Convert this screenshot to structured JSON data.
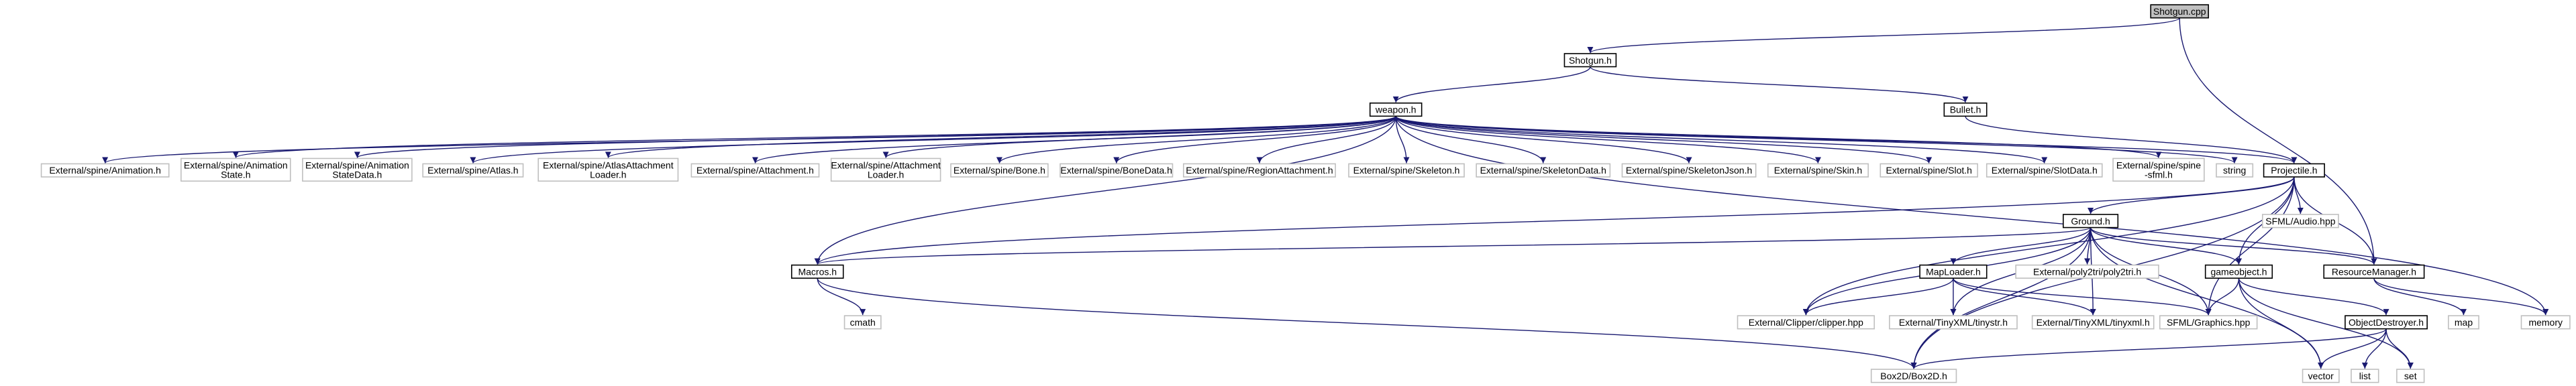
{
  "diagram": {
    "nodes": [
      {
        "id": "shotgun_cpp",
        "label": "Shotgun.cpp",
        "kind": "root"
      },
      {
        "id": "shotgun_h",
        "label": "Shotgun.h",
        "kind": "project"
      },
      {
        "id": "weapon_h",
        "label": "weapon.h",
        "kind": "project"
      },
      {
        "id": "bullet_h",
        "label": "Bullet.h",
        "kind": "project"
      },
      {
        "id": "animation_h",
        "label": "External/spine/Animation.h",
        "kind": "external"
      },
      {
        "id": "animstate_h",
        "label": "External/spine/Animation\nState.h",
        "kind": "external"
      },
      {
        "id": "animstatedata_h",
        "label": "External/spine/Animation\nStateData.h",
        "kind": "external"
      },
      {
        "id": "atlas_h",
        "label": "External/spine/Atlas.h",
        "kind": "external"
      },
      {
        "id": "atlasloader_h",
        "label": "External/spine/AtlasAttachment\nLoader.h",
        "kind": "external"
      },
      {
        "id": "attachment_h",
        "label": "External/spine/Attachment.h",
        "kind": "external"
      },
      {
        "id": "attachloader_h",
        "label": "External/spine/Attachment\nLoader.h",
        "kind": "external"
      },
      {
        "id": "bone_h",
        "label": "External/spine/Bone.h",
        "kind": "external"
      },
      {
        "id": "bonedata_h",
        "label": "External/spine/BoneData.h",
        "kind": "external"
      },
      {
        "id": "regionattach_h",
        "label": "External/spine/RegionAttachment.h",
        "kind": "external"
      },
      {
        "id": "skeleton_h",
        "label": "External/spine/Skeleton.h",
        "kind": "external"
      },
      {
        "id": "skeletondata_h",
        "label": "External/spine/SkeletonData.h",
        "kind": "external"
      },
      {
        "id": "skeletonjson_h",
        "label": "External/spine/SkeletonJson.h",
        "kind": "external"
      },
      {
        "id": "skin_h",
        "label": "External/spine/Skin.h",
        "kind": "external"
      },
      {
        "id": "slot_h",
        "label": "External/spine/Slot.h",
        "kind": "external"
      },
      {
        "id": "slotdata_h",
        "label": "External/spine/SlotData.h",
        "kind": "external"
      },
      {
        "id": "spinesfml_h",
        "label": "External/spine/spine\n-sfml.h",
        "kind": "external"
      },
      {
        "id": "string",
        "label": "string",
        "kind": "external"
      },
      {
        "id": "projectile_h",
        "label": "Projectile.h",
        "kind": "project"
      },
      {
        "id": "sfml_audio",
        "label": "SFML/Audio.hpp",
        "kind": "external"
      },
      {
        "id": "ground_h",
        "label": "Ground.h",
        "kind": "project"
      },
      {
        "id": "macros_h",
        "label": "Macros.h",
        "kind": "project"
      },
      {
        "id": "cmath",
        "label": "cmath",
        "kind": "external"
      },
      {
        "id": "maploader_h",
        "label": "MapLoader.h",
        "kind": "project"
      },
      {
        "id": "poly2tri_h",
        "label": "External/poly2tri/poly2tri.h",
        "kind": "external"
      },
      {
        "id": "gameobject_h",
        "label": "gameobject.h",
        "kind": "project"
      },
      {
        "id": "resourcemanager_h",
        "label": "ResourceManager.h",
        "kind": "project"
      },
      {
        "id": "memory",
        "label": "memory",
        "kind": "external"
      },
      {
        "id": "map",
        "label": "map",
        "kind": "external"
      },
      {
        "id": "clipper_hpp",
        "label": "External/Clipper/clipper.hpp",
        "kind": "external"
      },
      {
        "id": "tinystr_h",
        "label": "External/TinyXML/tinystr.h",
        "kind": "external"
      },
      {
        "id": "tinyxml_h",
        "label": "External/TinyXML/tinyxml.h",
        "kind": "external"
      },
      {
        "id": "sfml_graphics",
        "label": "SFML/Graphics.hpp",
        "kind": "external"
      },
      {
        "id": "objectdestroyer_h",
        "label": "ObjectDestroyer.h",
        "kind": "project"
      },
      {
        "id": "vector",
        "label": "vector",
        "kind": "external"
      },
      {
        "id": "list",
        "label": "list",
        "kind": "external"
      },
      {
        "id": "set",
        "label": "set",
        "kind": "external"
      },
      {
        "id": "box2d_h",
        "label": "Box2D/Box2D.h",
        "kind": "external"
      }
    ],
    "edges": [
      [
        "shotgun_cpp",
        "shotgun_h"
      ],
      [
        "shotgun_cpp",
        "resourcemanager_h"
      ],
      [
        "shotgun_h",
        "weapon_h"
      ],
      [
        "shotgun_h",
        "bullet_h"
      ],
      [
        "weapon_h",
        "animation_h"
      ],
      [
        "weapon_h",
        "animstate_h"
      ],
      [
        "weapon_h",
        "animstatedata_h"
      ],
      [
        "weapon_h",
        "atlas_h"
      ],
      [
        "weapon_h",
        "atlasloader_h"
      ],
      [
        "weapon_h",
        "attachment_h"
      ],
      [
        "weapon_h",
        "attachloader_h"
      ],
      [
        "weapon_h",
        "bone_h"
      ],
      [
        "weapon_h",
        "bonedata_h"
      ],
      [
        "weapon_h",
        "regionattach_h"
      ],
      [
        "weapon_h",
        "skeleton_h"
      ],
      [
        "weapon_h",
        "skeletondata_h"
      ],
      [
        "weapon_h",
        "skeletonjson_h"
      ],
      [
        "weapon_h",
        "skin_h"
      ],
      [
        "weapon_h",
        "slot_h"
      ],
      [
        "weapon_h",
        "slotdata_h"
      ],
      [
        "weapon_h",
        "spinesfml_h"
      ],
      [
        "weapon_h",
        "string"
      ],
      [
        "weapon_h",
        "projectile_h"
      ],
      [
        "weapon_h",
        "memory"
      ],
      [
        "weapon_h",
        "macros_h"
      ],
      [
        "bullet_h",
        "projectile_h"
      ],
      [
        "projectile_h",
        "macros_h"
      ],
      [
        "projectile_h",
        "sfml_audio"
      ],
      [
        "projectile_h",
        "ground_h"
      ],
      [
        "projectile_h",
        "resourcemanager_h"
      ],
      [
        "projectile_h",
        "gameobject_h"
      ],
      [
        "projectile_h",
        "clipper_hpp"
      ],
      [
        "projectile_h",
        "sfml_graphics"
      ],
      [
        "projectile_h",
        "box2d_h"
      ],
      [
        "ground_h",
        "macros_h"
      ],
      [
        "ground_h",
        "maploader_h"
      ],
      [
        "ground_h",
        "poly2tri_h"
      ],
      [
        "ground_h",
        "gameobject_h"
      ],
      [
        "ground_h",
        "resourcemanager_h"
      ],
      [
        "ground_h",
        "clipper_hpp"
      ],
      [
        "ground_h",
        "tinystr_h"
      ],
      [
        "ground_h",
        "tinyxml_h"
      ],
      [
        "ground_h",
        "sfml_graphics"
      ],
      [
        "ground_h",
        "vector"
      ],
      [
        "ground_h",
        "box2d_h"
      ],
      [
        "macros_h",
        "cmath"
      ],
      [
        "macros_h",
        "box2d_h"
      ],
      [
        "maploader_h",
        "clipper_hpp"
      ],
      [
        "maploader_h",
        "tinystr_h"
      ],
      [
        "maploader_h",
        "tinyxml_h"
      ],
      [
        "maploader_h",
        "sfml_graphics"
      ],
      [
        "gameobject_h",
        "sfml_graphics"
      ],
      [
        "gameobject_h",
        "objectdestroyer_h"
      ],
      [
        "gameobject_h",
        "vector"
      ],
      [
        "gameobject_h",
        "set"
      ],
      [
        "resourcemanager_h",
        "map"
      ],
      [
        "resourcemanager_h",
        "memory"
      ],
      [
        "objectdestroyer_h",
        "vector"
      ],
      [
        "objectdestroyer_h",
        "list"
      ],
      [
        "objectdestroyer_h",
        "set"
      ],
      [
        "objectdestroyer_h",
        "box2d_h"
      ]
    ]
  }
}
